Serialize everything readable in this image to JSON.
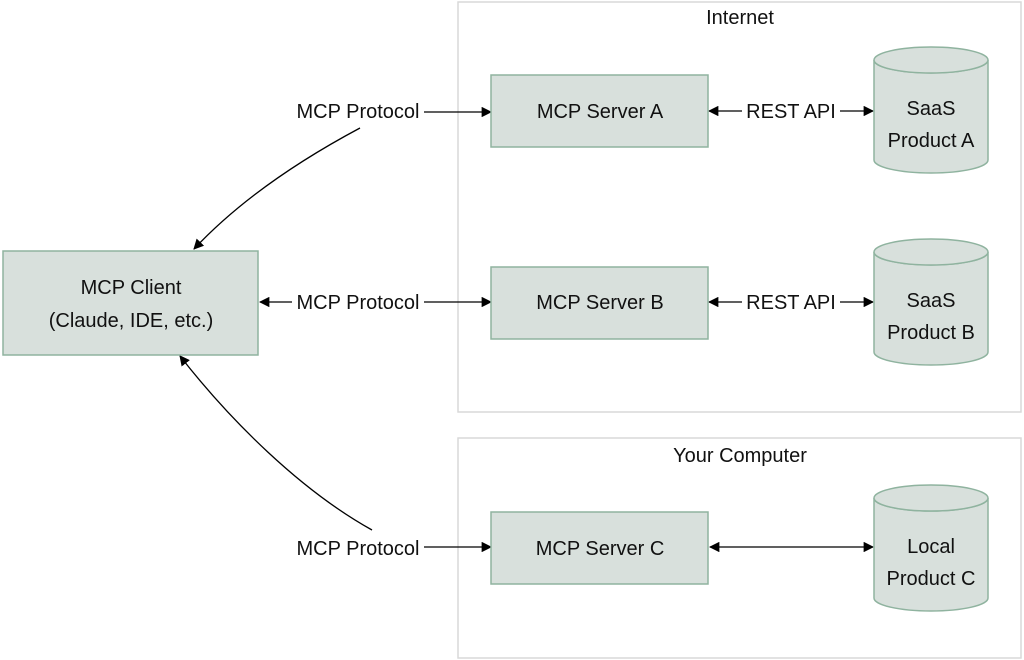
{
  "regions": {
    "internet": "Internet",
    "your_computer": "Your Computer"
  },
  "nodes": {
    "client_line1": "MCP Client",
    "client_line2": "(Claude, IDE, etc.)",
    "server_a": "MCP Server A",
    "server_b": "MCP Server B",
    "server_c": "MCP Server C",
    "saas_a_line1": "SaaS",
    "saas_a_line2": "Product A",
    "saas_b_line1": "SaaS",
    "saas_b_line2": "Product B",
    "local_c_line1": "Local",
    "local_c_line2": "Product C"
  },
  "edges": {
    "protocol_a": "MCP Protocol",
    "protocol_b": "MCP Protocol",
    "protocol_c": "MCP Protocol",
    "rest_a": "REST API",
    "rest_b": "REST API"
  },
  "colors": {
    "box_fill": "#d8e0dc",
    "box_border": "#8fb39f",
    "region_border": "#d9d9d9"
  }
}
